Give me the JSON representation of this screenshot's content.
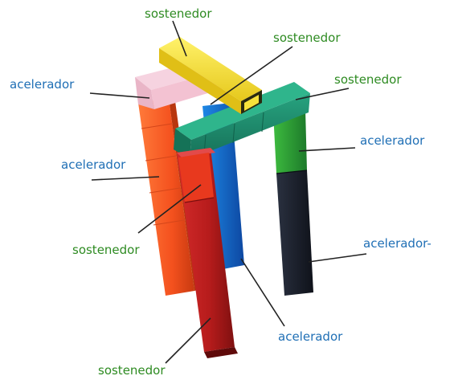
{
  "labels": {
    "l1": "sostenedor",
    "l2": "sostenedor",
    "l3": "sostenedor",
    "l4": "acelerador",
    "l5": "acelerador",
    "l6": "acelerador",
    "l7": "sostenedor",
    "l8": "acelerador-",
    "l9": "acelerador",
    "l10": "sostenedor"
  },
  "colors": {
    "label_green": "#2e8b22",
    "label_blue": "#1f6fb5",
    "leader_line": "#222222",
    "rod_orange": "#f4511e",
    "rod_pink": "#f3c2d2",
    "rod_red": "#b71c1c",
    "rod_blue": "#1565c0",
    "rod_green": "#2e9b3a",
    "rod_teal": "#1b8a6b",
    "rod_black": "#1a1f2b",
    "rod_yellow": "#f7e23b"
  }
}
